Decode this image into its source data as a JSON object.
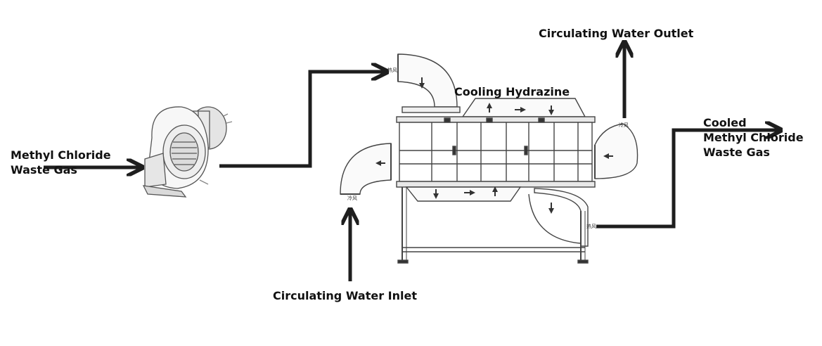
{
  "labels": {
    "inlet_gas_line1": "Methyl Chloride",
    "inlet_gas_line2": "Waste Gas",
    "coolant": "Cooling Hydrazine",
    "water_outlet": "Circulating Water Outlet",
    "water_inlet": "Circulating Water Inlet",
    "outlet_gas_line1": "Cooled",
    "outlet_gas_line2": "Methyl Chloride",
    "outlet_gas_line3": "Waste Gas"
  },
  "duct_tags": {
    "top_inlet": "热风",
    "left_elbow": "冷风",
    "right_upper": "冷风",
    "right_lower": "热风"
  },
  "colors": {
    "arrow": "#1e1e1e",
    "equipment": "#444444"
  },
  "icons": {
    "blower": "centrifugal-fan",
    "exchanger": "heat-exchanger"
  }
}
